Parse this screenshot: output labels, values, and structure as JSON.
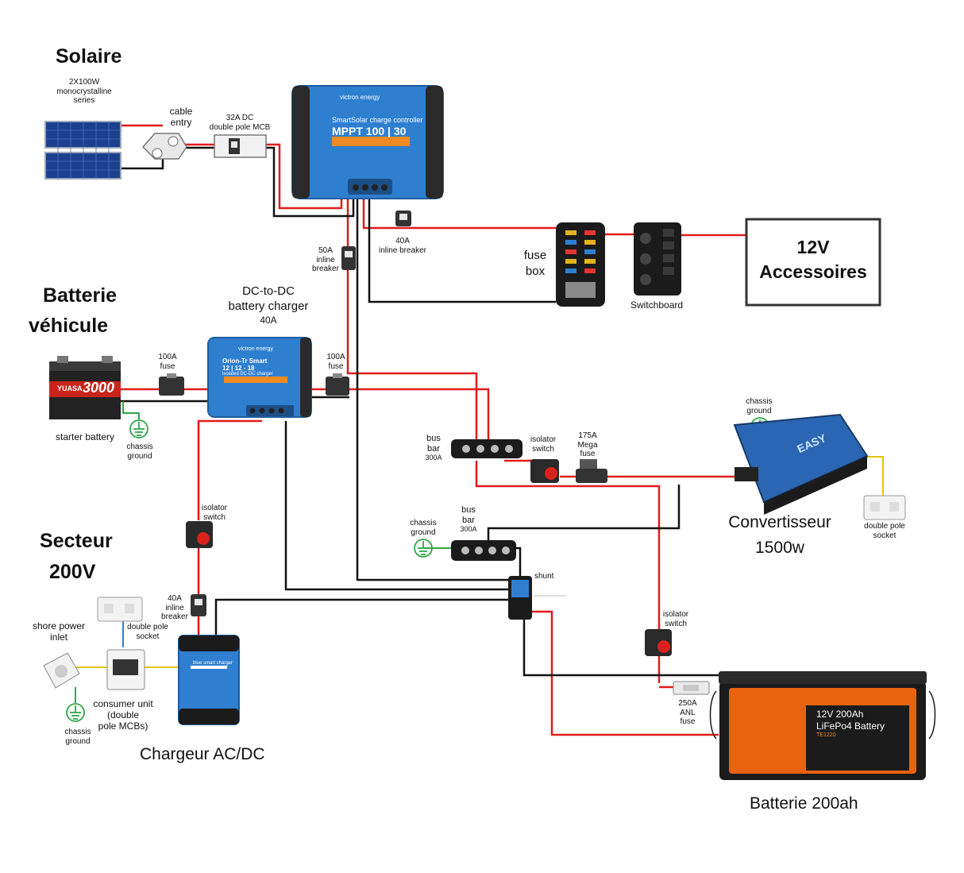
{
  "sections": {
    "solaire": "Solaire",
    "batterie_vehicule_1": "Batterie",
    "batterie_vehicule_2": "véhicule",
    "secteur_1": "Secteur",
    "secteur_2": "200V"
  },
  "labels": {
    "panels_1": "2X100W",
    "panels_2": "monocrystalline",
    "panels_3": "series",
    "cable_entry_1": "cable",
    "cable_entry_2": "entry",
    "mcb_1": "32A DC",
    "mcb_2": "double pole MCB",
    "mppt_brand": "victron energy",
    "mppt_title": "SmartSolar charge controller",
    "mppt_model": "MPPT 100 | 30",
    "breaker40_1": "40A",
    "breaker40_2": "inline breaker",
    "breaker50_1": "50A",
    "breaker50_2": "inline",
    "breaker50_3": "breaker",
    "fusebox_1": "fuse",
    "fusebox_2": "box",
    "switchboard": "Switchboard",
    "accessoires_1": "12V",
    "accessoires_2": "Accessoires",
    "dcdc_1": "DC-to-DC",
    "dcdc_2": "battery charger",
    "dcdc_3": "40A",
    "orion_brand": "victron energy",
    "orion_1": "Orion-Tr Smart",
    "orion_2": "12 | 12 - 18",
    "orion_3": "isolated DC-DC charger",
    "fuse100a_1": "100A",
    "fuse100a_2": "fuse",
    "fuse100b_1": "100A",
    "fuse100b_2": "fuse",
    "starter_battery": "starter battery",
    "starter_brand": "YUASA",
    "starter_num": "3000",
    "chassis1_1": "chassis",
    "chassis1_2": "ground",
    "busbar1_1": "bus",
    "busbar1_2": "bar",
    "busbar1_3": "300A",
    "isolator1_1": "isolator",
    "isolator1_2": "switch",
    "megafuse_1": "175A",
    "megafuse_2": "Mega",
    "megafuse_3": "fuse",
    "chassis_inv_1": "chassis",
    "chassis_inv_2": "ground",
    "inverter_brand": "EASY",
    "convertisseur_1": "Convertisseur",
    "convertisseur_2": "1500w",
    "socket_inv_1": "double pole",
    "socket_inv_2": "socket",
    "isolator2_1": "isolator",
    "isolator2_2": "switch",
    "chassis2_1": "chassis",
    "chassis2_2": "ground",
    "busbar2_1": "bus",
    "busbar2_2": "bar",
    "busbar2_3": "300A",
    "shunt": "shunt",
    "breaker40b_1": "40A",
    "breaker40b_2": "inline",
    "breaker40b_3": "breaker",
    "shore_1": "shore power",
    "shore_2": "inlet",
    "socket_1": "double pole",
    "socket_2": "socket",
    "consumer_1": "consumer unit",
    "consumer_2": "(double",
    "consumer_3": "pole MCBs)",
    "chassis3_1": "chassis",
    "chassis3_2": "ground",
    "chargeur_title": "blue smart charger",
    "chargeur": "Chargeur AC/DC",
    "isolator3_1": "isolator",
    "isolator3_2": "switch",
    "anl_1": "250A",
    "anl_2": "ANL",
    "anl_3": "fuse",
    "lifepo_1": "12V 200Ah",
    "lifepo_2": "LiFePo4 Battery",
    "lifepo_3": "TE1220",
    "batterie200": "Batterie 200ah"
  },
  "colors": {
    "positive": "#e21b1b",
    "negative": "#111111",
    "earth": "#2fa84a",
    "victron_blue": "#2f7fd0",
    "battery_orange": "#e8620f"
  }
}
